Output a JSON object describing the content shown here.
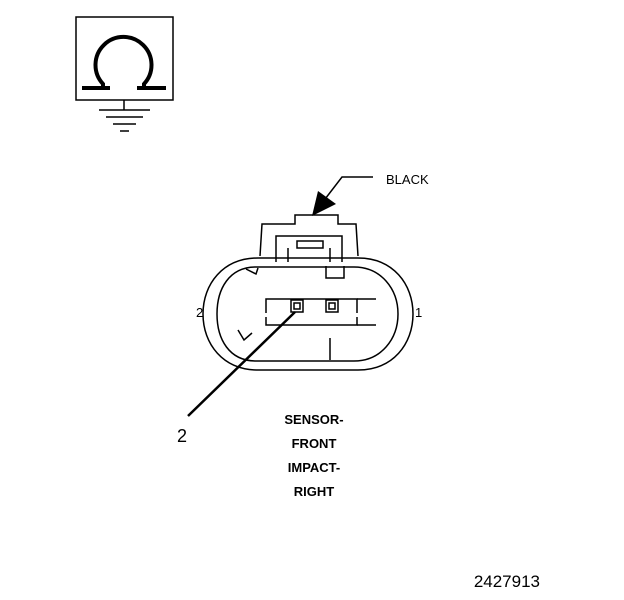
{
  "symbol": {
    "icon": "ohmmeter-ground-icon"
  },
  "connector": {
    "color_label": "BLACK",
    "pin_left_label": "2",
    "pin_right_label": "1",
    "callout_label": "2",
    "name_lines": [
      "SENSOR-",
      "FRONT",
      "IMPACT-",
      "RIGHT"
    ]
  },
  "figure_id": "2427913"
}
